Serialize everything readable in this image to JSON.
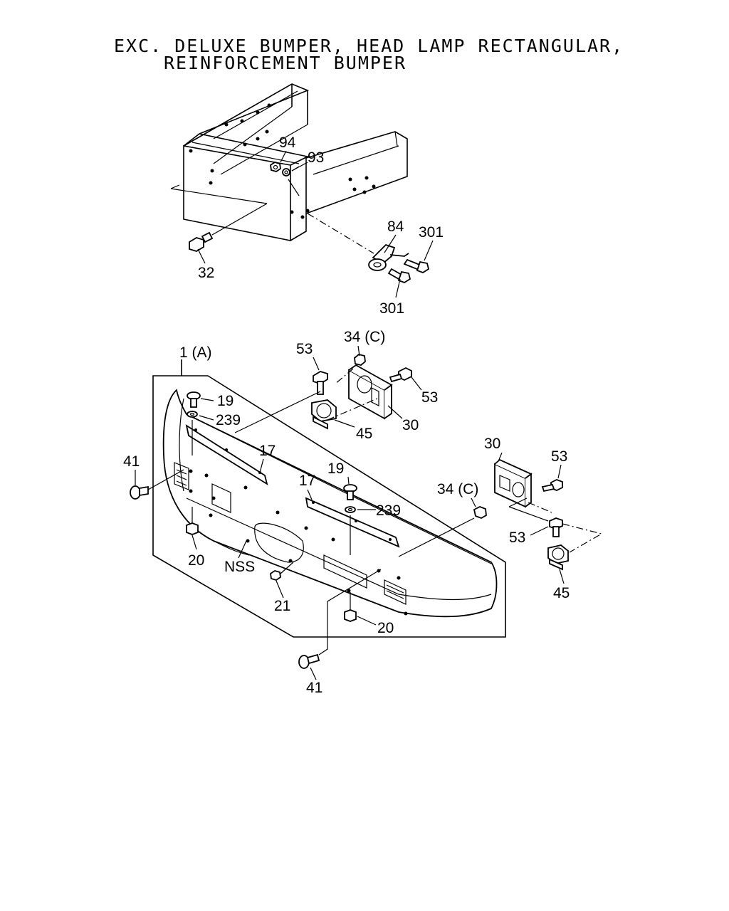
{
  "title": {
    "line1": "EXC. DELUXE BUMPER, HEAD LAMP RECTANGULAR,",
    "line2": "REINFORCEMENT BUMPER"
  },
  "callouts": {
    "c94": "94",
    "c93": "93",
    "c84": "84",
    "c301_a": "301",
    "c301_b": "301",
    "c32": "32",
    "c1a": "1 (A)",
    "c53_a": "53",
    "c34c_a": "34 (C)",
    "c53_b": "53",
    "c30_a": "30",
    "c45_a": "45",
    "c19_a": "19",
    "c239_a": "239",
    "c17_a": "17",
    "c41_a": "41",
    "c17_b": "17",
    "c19_b": "19",
    "c239_b": "239",
    "c34c_b": "34 (C)",
    "c20_a": "20",
    "c nss": "NSS",
    "c21": "21",
    "c20_b": "20",
    "c41_b": "41",
    "c30_b": "30",
    "c53_c": "53",
    "c53_d": "53",
    "c45_b": "45"
  }
}
